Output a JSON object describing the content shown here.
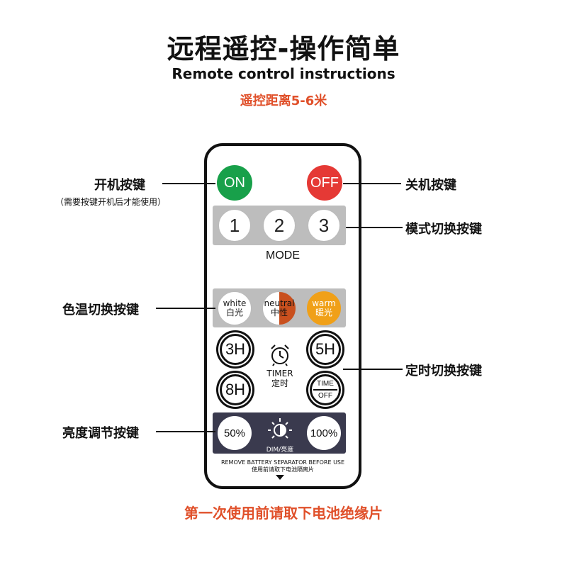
{
  "header": {
    "title": "远程遥控-操作简单",
    "subtitle": "Remote control instructions",
    "range": "遥控距离5-6米"
  },
  "remote": {
    "on_label": "ON",
    "off_label": "OFF",
    "modes": [
      "1",
      "2",
      "3"
    ],
    "mode_label": "MODE",
    "color_temps": [
      {
        "en": "white",
        "zh": "白光"
      },
      {
        "en": "neutral",
        "zh": "中性"
      },
      {
        "en": "warm",
        "zh": "暖光"
      }
    ],
    "timers": {
      "t3": "3H",
      "t5": "5H",
      "t8": "8H",
      "off_top": "TIME",
      "off_bottom": "OFF"
    },
    "timer_label_en": "TIMER",
    "timer_label_zh": "定时",
    "dim": {
      "low": "50%",
      "high": "100%",
      "label": "DIM/亮度"
    },
    "remove_en": "REMOVE  BATTERY  SEPARATOR  BEFORE  USE",
    "remove_zh": "使用前请取下电池隔离片"
  },
  "callouts": {
    "power_on": "开机按键",
    "power_on_note": "（需要按键开机后才能使用）",
    "power_off": "关机按键",
    "mode_switch": "模式切换按键",
    "color_switch": "色温切换按键",
    "timer_switch": "定时切换按键",
    "brightness": "亮度调节按键"
  },
  "footer": "第一次使用前请取下电池绝缘片",
  "colors": {
    "accent": "#e0502a",
    "on": "#18a04a",
    "off": "#e53935",
    "warm": "#f0a018",
    "neutral": "#c9501e"
  }
}
